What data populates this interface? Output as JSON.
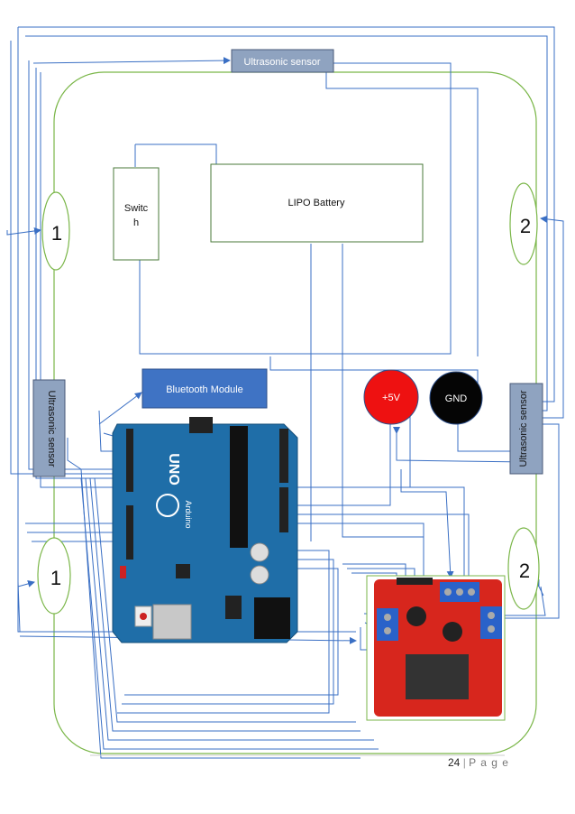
{
  "diagram": {
    "ultrasonic_top": "Ultrasonic sensor",
    "ultrasonic_left": "Ultrasonic sensor",
    "ultrasonic_right": "Ultrasonic sensor",
    "switch_label_line1": "Switc",
    "switch_label_line2": "h",
    "battery_label": "LIPO Battery",
    "bluetooth_label": "Bluetooth Module",
    "plus5v_label": "+5V",
    "gnd_label": "GND",
    "wheel_left_top": "1",
    "wheel_left_bottom": "1",
    "wheel_right_top": "2",
    "wheel_right_bottom": "2",
    "arduino_brand": "UNO",
    "arduino_sub": "Arduino"
  },
  "footer": {
    "page_number": "24",
    "page_label": "P a g e"
  },
  "colors": {
    "wire": "#3a6fc4",
    "chassis": "#7ab648",
    "sensor_fill": "#8fa3c0",
    "bluetooth_fill": "#3f73c4",
    "plus5v_fill": "#ee1111",
    "gnd_fill": "#050505",
    "arduino": "#1f6ea8",
    "driver": "#d7261d"
  }
}
